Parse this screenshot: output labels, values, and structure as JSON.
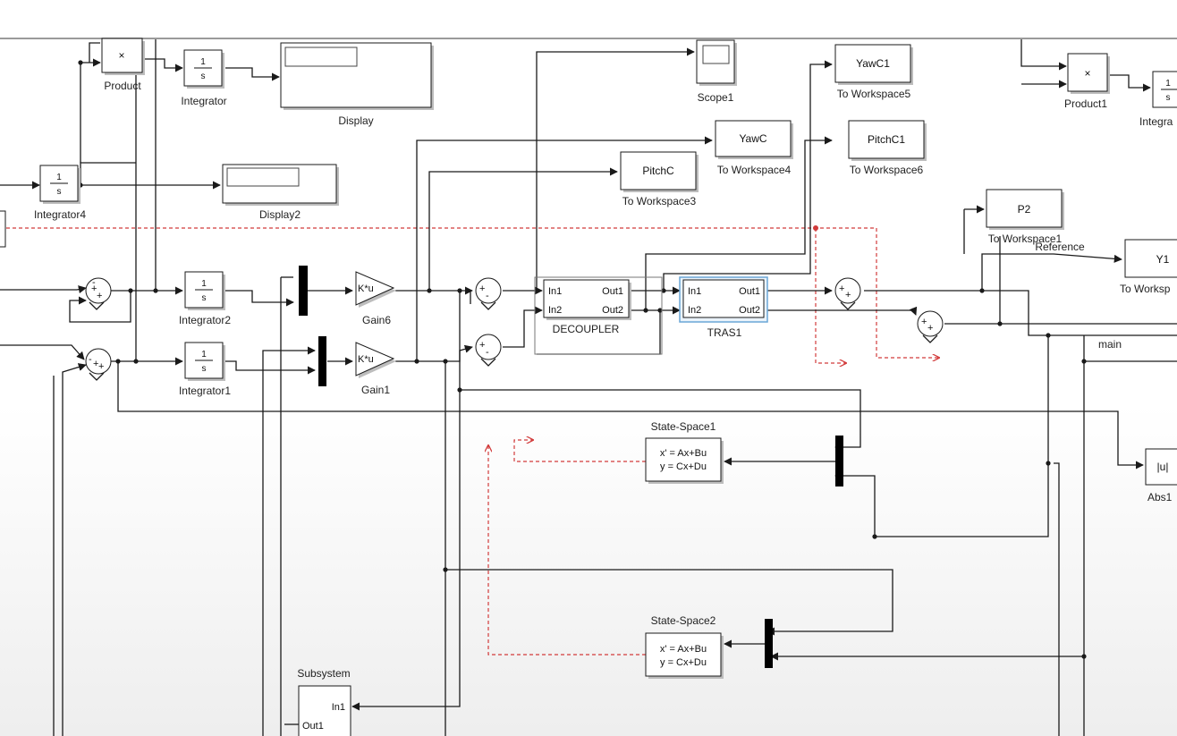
{
  "blocks": {
    "product": "Product",
    "product1": "Product1",
    "integrator": "Integrator",
    "integrator_partial": "Integra",
    "integrator1": "Integrator1",
    "integrator2": "Integrator2",
    "integrator4": "Integrator4",
    "display": "Display",
    "display2": "Display2",
    "scope1": "Scope1",
    "to_workspace1": "To Workspace1",
    "to_workspace3": "To Workspace3",
    "to_workspace4": "To Workspace4",
    "to_workspace5": "To Workspace5",
    "to_workspace6": "To Workspace6",
    "to_workspace_partial": "To Worksp",
    "gain1": "Gain1",
    "gain6": "Gain6",
    "decoupler": "DECOUPLER",
    "tras1": "TRAS1",
    "state_space1": "State-Space1",
    "state_space2": "State-Space2",
    "subsystem": "Subsystem",
    "abs1": "Abs1",
    "reference_label": "Reference",
    "main_label": "main"
  },
  "block_text": {
    "product_symbol": "×",
    "integrator_num": "1",
    "integrator_den": "s",
    "gain_symbol": "K*u",
    "pitchc": "PitchC",
    "yawc": "YawC",
    "yawc1": "YawC1",
    "pitchc1": "PitchC1",
    "p2": "P2",
    "y1": "Y1",
    "in1": "In1",
    "in2": "In2",
    "out1": "Out1",
    "out2": "Out2",
    "ss_line1": "x' = Ax+Bu",
    "ss_line2": "y = Cx+Du",
    "abs_symbol": "|u|",
    "sum_plus": "+",
    "sum_minus": "-"
  },
  "colors": {
    "wire": "#1a1a1a",
    "signal_dashed": "#d23b3b",
    "selection": "#6aa6d6"
  }
}
